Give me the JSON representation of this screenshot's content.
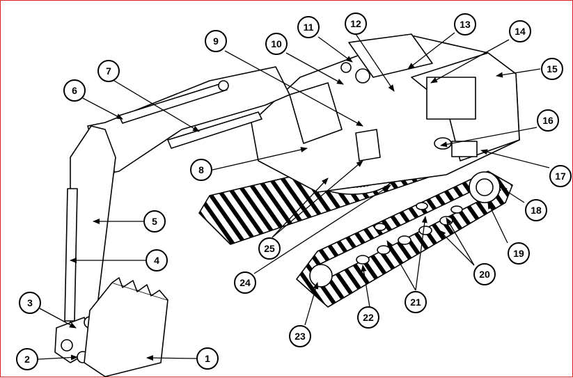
{
  "figure": {
    "colors": {
      "line": "#000000",
      "background": "#ffffff",
      "frame": "#d92020"
    },
    "callouts": [
      {
        "id": "c1",
        "label": "1"
      },
      {
        "id": "c2",
        "label": "2"
      },
      {
        "id": "c3",
        "label": "3"
      },
      {
        "id": "c4",
        "label": "4"
      },
      {
        "id": "c5",
        "label": "5"
      },
      {
        "id": "c6",
        "label": "6"
      },
      {
        "id": "c7",
        "label": "7"
      },
      {
        "id": "c8",
        "label": "8"
      },
      {
        "id": "c9",
        "label": "9"
      },
      {
        "id": "c10",
        "label": "10"
      },
      {
        "id": "c11",
        "label": "11"
      },
      {
        "id": "c12",
        "label": "12"
      },
      {
        "id": "c13",
        "label": "13"
      },
      {
        "id": "c14",
        "label": "14"
      },
      {
        "id": "c15",
        "label": "15"
      },
      {
        "id": "c16",
        "label": "16"
      },
      {
        "id": "c17",
        "label": "17"
      },
      {
        "id": "c18",
        "label": "18"
      },
      {
        "id": "c19",
        "label": "19"
      },
      {
        "id": "c20",
        "label": "20"
      },
      {
        "id": "c21",
        "label": "21"
      },
      {
        "id": "c22",
        "label": "22"
      },
      {
        "id": "c23",
        "label": "23"
      },
      {
        "id": "c24",
        "label": "24"
      },
      {
        "id": "c25",
        "label": "25"
      }
    ]
  }
}
